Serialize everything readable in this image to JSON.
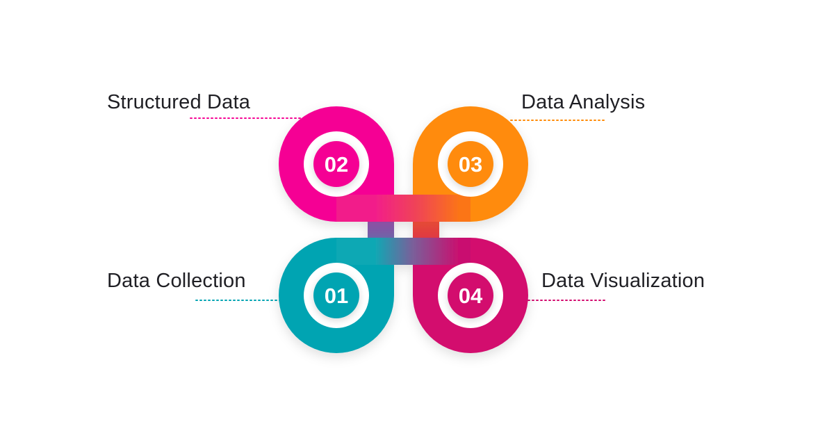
{
  "steps": [
    {
      "number": "01",
      "label": "Data Collection",
      "color": "#00a4b2"
    },
    {
      "number": "02",
      "label": "Structured Data",
      "color": "#f50394"
    },
    {
      "number": "03",
      "label": "Data Analysis",
      "color": "#ff8b08"
    },
    {
      "number": "04",
      "label": "Data Visualization",
      "color": "#d30b6e"
    }
  ]
}
